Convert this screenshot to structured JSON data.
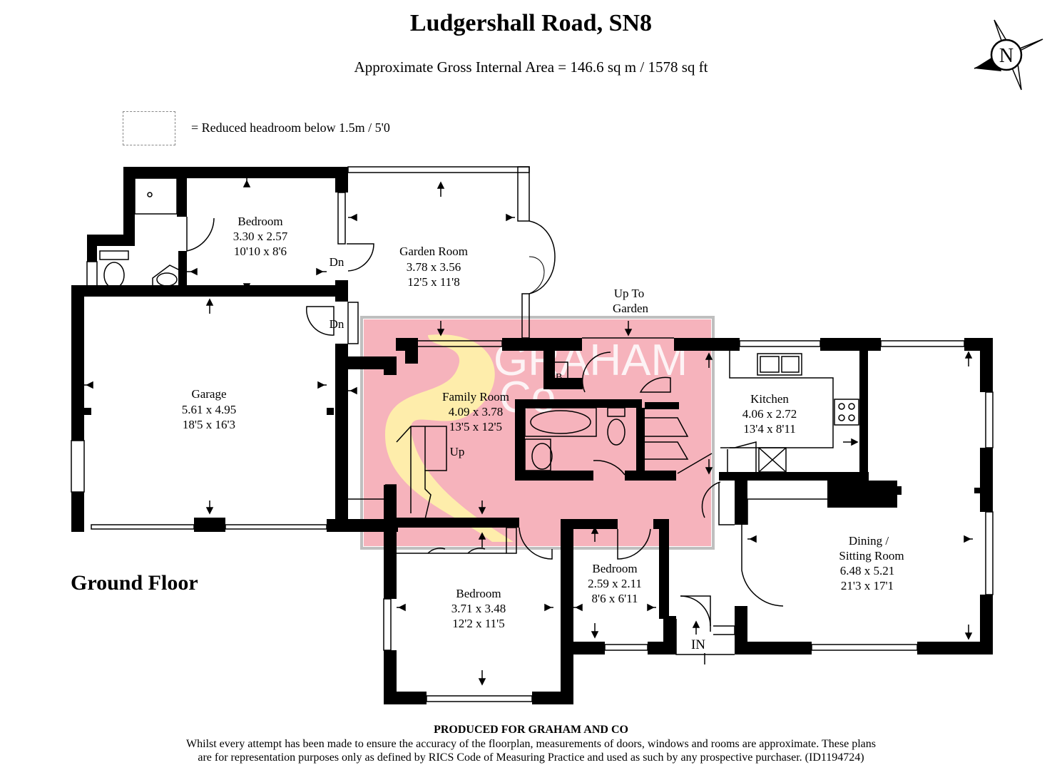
{
  "header": {
    "title": "Ludgershall Road, SN8",
    "subtitle": "Approximate Gross Internal Area = 146.6 sq m / 1578 sq ft"
  },
  "compass": {
    "label": "N"
  },
  "legend": {
    "text": "=   Reduced headroom below 1.5m / 5'0"
  },
  "floor_label": "Ground Floor",
  "rooms": {
    "bedroom_top": {
      "name": "Bedroom",
      "metric": "3.30 x 2.57",
      "imperial": "10'10 x 8'6"
    },
    "garden_room": {
      "name": "Garden Room",
      "metric": "3.78 x 3.56",
      "imperial": "12'5 x 11'8"
    },
    "garage": {
      "name": "Garage",
      "metric": "5.61 x 4.95",
      "imperial": "18'5 x 16'3"
    },
    "family_room": {
      "name": "Family Room",
      "metric": "4.09 x 3.78",
      "imperial": "13'5 x 12'5"
    },
    "kitchen": {
      "name": "Kitchen",
      "metric": "4.06 x 2.72",
      "imperial": "13'4 x 8'11"
    },
    "dining": {
      "name_line1": "Dining /",
      "name_line2": "Sitting Room",
      "metric": "6.48 x 5.21",
      "imperial": "21'3 x 17'1"
    },
    "bedroom_bottom": {
      "name": "Bedroom",
      "metric": "3.71 x 3.48",
      "imperial": "12'2 x 11'5"
    },
    "bedroom_small": {
      "name": "Bedroom",
      "metric": "2.59 x 2.11",
      "imperial": "8'6 x 6'11"
    }
  },
  "annotations": {
    "dn_1": "Dn",
    "dn_2": "Dn",
    "up_stairs": "Up",
    "up_to_garden_1": "Up To",
    "up_to_garden_2": "Garden",
    "boiler": "B",
    "entrance": "IN"
  },
  "watermark": {
    "text_1": "GRAHAM",
    "text_2": "Co",
    "color": "#f4a6b0",
    "accent": "#fff3a8"
  },
  "footer": {
    "heading": "PRODUCED FOR GRAHAM AND CO",
    "line1": "Whilst every attempt has been made to ensure the accuracy of the floorplan, measurements of doors, windows and rooms are approximate. These plans",
    "line2": "are for representation purposes only as defined by RICS Code of Measuring Practice and used as such by any prospective purchaser. (ID1194724)"
  }
}
